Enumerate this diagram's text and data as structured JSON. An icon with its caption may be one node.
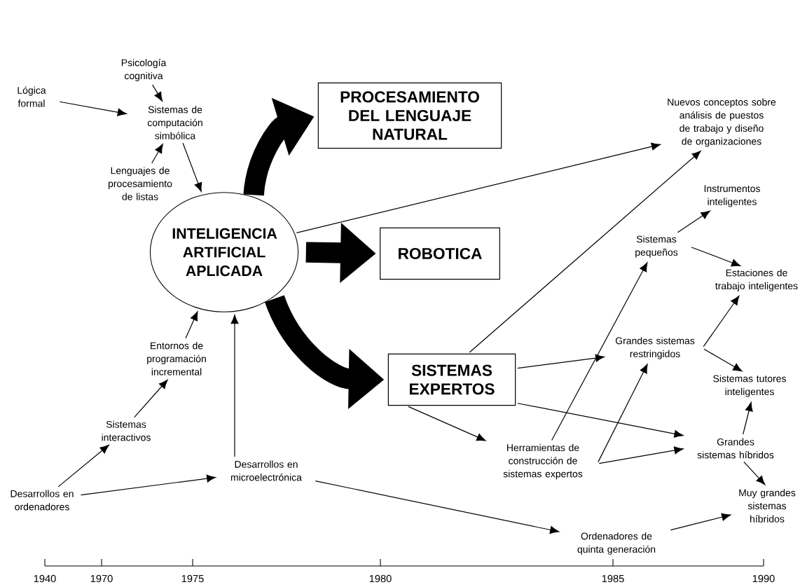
{
  "diagram": {
    "nodes": [
      {
        "text": [
          "Psicología cognitiva"
        ]
      },
      {
        "text": [
          "Lógica formal"
        ]
      },
      {
        "text": [
          "Sistemas de computación simbólica"
        ]
      },
      {
        "text": [
          "Lenguajes de procesamiento de listas"
        ]
      },
      {
        "text": [
          "INTELIGENCIA ARTIFICIAL APLICADA"
        ]
      },
      {
        "text": [
          "PROCESAMIENTO DEL LENGUAJE NATURAL"
        ]
      },
      {
        "text": [
          "ROBOTICA"
        ]
      },
      {
        "text": [
          "SISTEMAS EXPERTOS"
        ]
      },
      {
        "text": [
          "Nuevos conceptos sobre análisis de puestos de trabajo y diseño de organizaciones"
        ]
      },
      {
        "text": [
          "Instrumentos inteligentes"
        ]
      },
      {
        "text": [
          "Sistemas pequeños"
        ]
      },
      {
        "text": [
          "Estaciones de trabajo inteligentes"
        ]
      },
      {
        "text": [
          "Grandes sistemas restringidos"
        ]
      },
      {
        "text": [
          "Sistemas tutores inteligentes"
        ]
      },
      {
        "text": [
          "Herramientas de construcción de sistemas expertos"
        ]
      },
      {
        "text": [
          "Grandes sistemas híbridos"
        ]
      },
      {
        "text": [
          "Muy grandes sistemas híbridos"
        ]
      },
      {
        "text": [
          "Ordenadores de quinta generación"
        ]
      },
      {
        "text": [
          "Desarrollos en microelectrónica"
        ]
      },
      {
        "text": [
          "Desarrollos en ordenadores"
        ]
      },
      {
        "text": [
          "Sistemas interactivos"
        ]
      },
      {
        "text": [
          "Entornos de programación incremental"
        ]
      }
    ],
    "edges": [
      {
        "from": 0,
        "to": 2,
        "arrow": "to"
      },
      {
        "from": 1,
        "to": 2,
        "arrow": "to"
      },
      {
        "from": 3,
        "to": 2,
        "arrow": "to"
      },
      {
        "from": 2,
        "to": 4,
        "arrow": "to"
      },
      {
        "from": 4,
        "to": 5,
        "arrow": "to",
        "style": "thick"
      },
      {
        "from": 4,
        "to": 6,
        "arrow": "to",
        "style": "thick"
      },
      {
        "from": 4,
        "to": 7,
        "arrow": "to",
        "style": "thick"
      },
      {
        "from": 4,
        "to": 8,
        "arrow": "to"
      },
      {
        "from": 7,
        "to": 8,
        "arrow": "to"
      },
      {
        "from": 14,
        "to": 10,
        "arrow": "to"
      },
      {
        "from": 10,
        "to": 9,
        "arrow": "to"
      },
      {
        "from": 10,
        "to": 11,
        "arrow": "to"
      },
      {
        "from": 7,
        "to": 12,
        "arrow": "to"
      },
      {
        "from": 7,
        "to": 15,
        "arrow": "to"
      },
      {
        "from": 7,
        "to": 14,
        "arrow": "to"
      },
      {
        "from": 14,
        "to": 12,
        "arrow": "to"
      },
      {
        "from": 14,
        "to": 15,
        "arrow": "to"
      },
      {
        "from": 12,
        "to": 11,
        "arrow": "to"
      },
      {
        "from": 12,
        "to": 13,
        "arrow": "to"
      },
      {
        "from": 15,
        "to": 13,
        "arrow": "to"
      },
      {
        "from": 15,
        "to": 16,
        "arrow": "to"
      },
      {
        "from": 17,
        "to": 16,
        "arrow": "to"
      },
      {
        "from": 18,
        "to": 17,
        "arrow": "to"
      },
      {
        "from": 18,
        "to": 4,
        "arrow": "to"
      },
      {
        "from": 19,
        "to": 18,
        "arrow": "to"
      },
      {
        "from": 19,
        "to": 20,
        "arrow": "to"
      },
      {
        "from": 20,
        "to": 21,
        "arrow": "to"
      },
      {
        "from": 21,
        "to": 4,
        "arrow": "to"
      }
    ],
    "labels": [
      "1940",
      "1970",
      "1975",
      "1980",
      "1985",
      "1990"
    ]
  }
}
